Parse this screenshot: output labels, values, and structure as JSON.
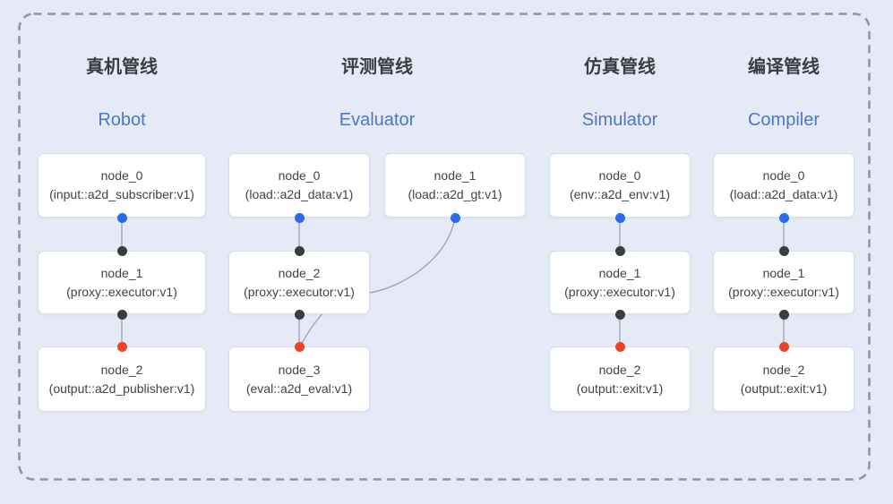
{
  "diagram": {
    "pipelines": [
      {
        "cn_title": "真机管线",
        "en_title": "Robot",
        "nodes": [
          {
            "name": "node_0",
            "type": "(input::a2d_subscriber:v1)"
          },
          {
            "name": "node_1",
            "type": "(proxy::executor:v1)"
          },
          {
            "name": "node_2",
            "type": "(output::a2d_publisher:v1)"
          }
        ]
      },
      {
        "cn_title": "评测管线",
        "en_title": "Evaluator",
        "nodes": [
          {
            "name": "node_0",
            "type": "(load::a2d_data:v1)"
          },
          {
            "name": "node_1",
            "type": "(load::a2d_gt:v1)"
          },
          {
            "name": "node_2",
            "type": "(proxy::executor:v1)"
          },
          {
            "name": "node_3",
            "type": "(eval::a2d_eval:v1)"
          }
        ]
      },
      {
        "cn_title": "仿真管线",
        "en_title": "Simulator",
        "nodes": [
          {
            "name": "node_0",
            "type": "(env::a2d_env:v1)"
          },
          {
            "name": "node_1",
            "type": "(proxy::executor:v1)"
          },
          {
            "name": "node_2",
            "type": "(output::exit:v1)"
          }
        ]
      },
      {
        "cn_title": "编译管线",
        "en_title": "Compiler",
        "nodes": [
          {
            "name": "node_0",
            "type": "(load::a2d_data:v1)"
          },
          {
            "name": "node_1",
            "type": "(proxy::executor:v1)"
          },
          {
            "name": "node_2",
            "type": "(output::exit:v1)"
          }
        ]
      }
    ],
    "colors": {
      "background": "#e5eaf6",
      "dashed_border": "#8f96a2",
      "cn_title": "#383c43",
      "en_title": "#4d77c5",
      "node_text": "#3f434a",
      "node_border": "#d9dde6",
      "edge": "#98a1b3",
      "dot_blue": "#2b6be6",
      "dot_black": "#3a3c40",
      "dot_red": "#e8432d"
    }
  }
}
